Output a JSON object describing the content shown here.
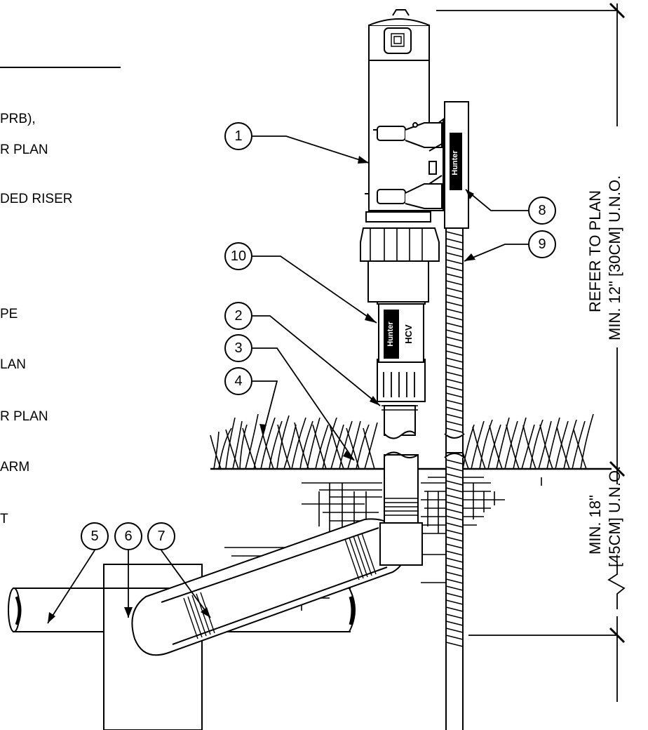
{
  "notes": [
    "PRB),",
    "R PLAN",
    "DED RISER",
    "PE",
    "LAN",
    "R PLAN",
    "ARM",
    "T"
  ],
  "callouts": [
    "1",
    "2",
    "3",
    "4",
    "5",
    "6",
    "7",
    "8",
    "9",
    "10"
  ],
  "dimensions": {
    "above_grade": [
      "REFER TO PLAN",
      "MIN. 12\" [30CM] U.N.O."
    ],
    "below_grade": [
      "MIN. 18\"",
      "[45CM] U.N.O."
    ]
  },
  "brand_labels": [
    "Hunter",
    "Hunter",
    "HCV"
  ]
}
